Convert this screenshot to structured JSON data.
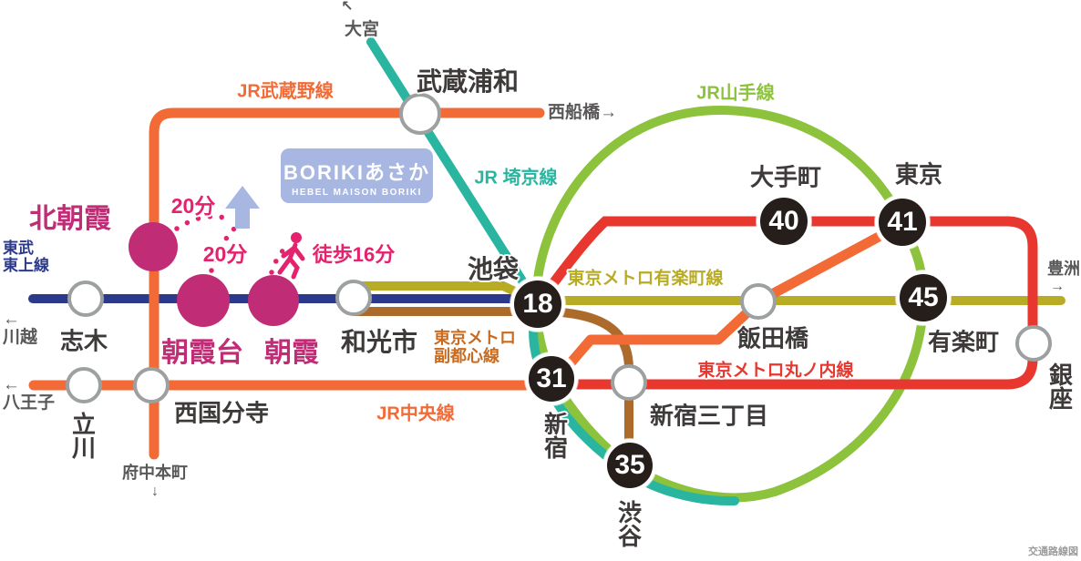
{
  "credit": "交通路線図",
  "property": {
    "name": "BORIKIあさか",
    "brand": "HEBEL MAISON BORIKI"
  },
  "lines": {
    "musashino": {
      "label": "JR武蔵野線",
      "color": "#f26a35"
    },
    "saikyo": {
      "label": "JR 埼京線",
      "color": "#2ab5a0"
    },
    "yamanote": {
      "label": "JR山手線",
      "color": "#8cc23c"
    },
    "tojo": {
      "label1": "東武",
      "label2": "東上線",
      "color": "#2c3a8c"
    },
    "yurakucho": {
      "label": "東京メトロ有楽町線",
      "color": "#b9ac25"
    },
    "fukutoshin": {
      "label1": "東京メトロ",
      "label2": "副都心線",
      "color": "#ad6b2b",
      "label_color": "#c96a1f"
    },
    "marunouchi": {
      "label": "東京メトロ丸ノ内線",
      "color": "#e7372f"
    },
    "chuo": {
      "label": "JR中央線",
      "color": "#f26a35"
    }
  },
  "stations": {
    "musashiurawa": {
      "name": "武蔵浦和"
    },
    "shiki": {
      "name": "志木"
    },
    "wakoshi": {
      "name": "和光市"
    },
    "tachikawa": {
      "name": "立川"
    },
    "nishikokubunji": {
      "name": "西国分寺"
    },
    "kitaasaka": {
      "name": "北朝霞"
    },
    "asakadai": {
      "name": "朝霞台"
    },
    "asaka": {
      "name": "朝霞"
    },
    "ikebukuro": {
      "name": "池袋",
      "minutes": "18"
    },
    "shinjuku": {
      "name": "新宿",
      "minutes": "31"
    },
    "shibuya": {
      "name": "渋谷",
      "minutes": "35"
    },
    "otemachi": {
      "name": "大手町",
      "minutes": "40"
    },
    "tokyo": {
      "name": "東京",
      "minutes": "41"
    },
    "yurakuchosta": {
      "name": "有楽町",
      "minutes": "45"
    },
    "iidabashi": {
      "name": "飯田橋"
    },
    "shinjukusanchome": {
      "name": "新宿三丁目"
    },
    "ginza": {
      "name": "銀座"
    }
  },
  "destinations": {
    "omiya": {
      "arrow": "↖",
      "name": "大宮"
    },
    "nishifunabashi": {
      "name": "西船橋→"
    },
    "kawagoe": {
      "arrow": "←",
      "name": "川越"
    },
    "hachioji": {
      "arrow": "←",
      "name": "八王子"
    },
    "fuchuhommachi": {
      "name": "府中本町",
      "arrow": "↓"
    },
    "toyosu": {
      "name": "豊洲",
      "arrow": "→"
    }
  },
  "annotations": {
    "time_kitaasaka": "20分",
    "time_asakadai": "20分",
    "walk": "徒歩16分"
  }
}
